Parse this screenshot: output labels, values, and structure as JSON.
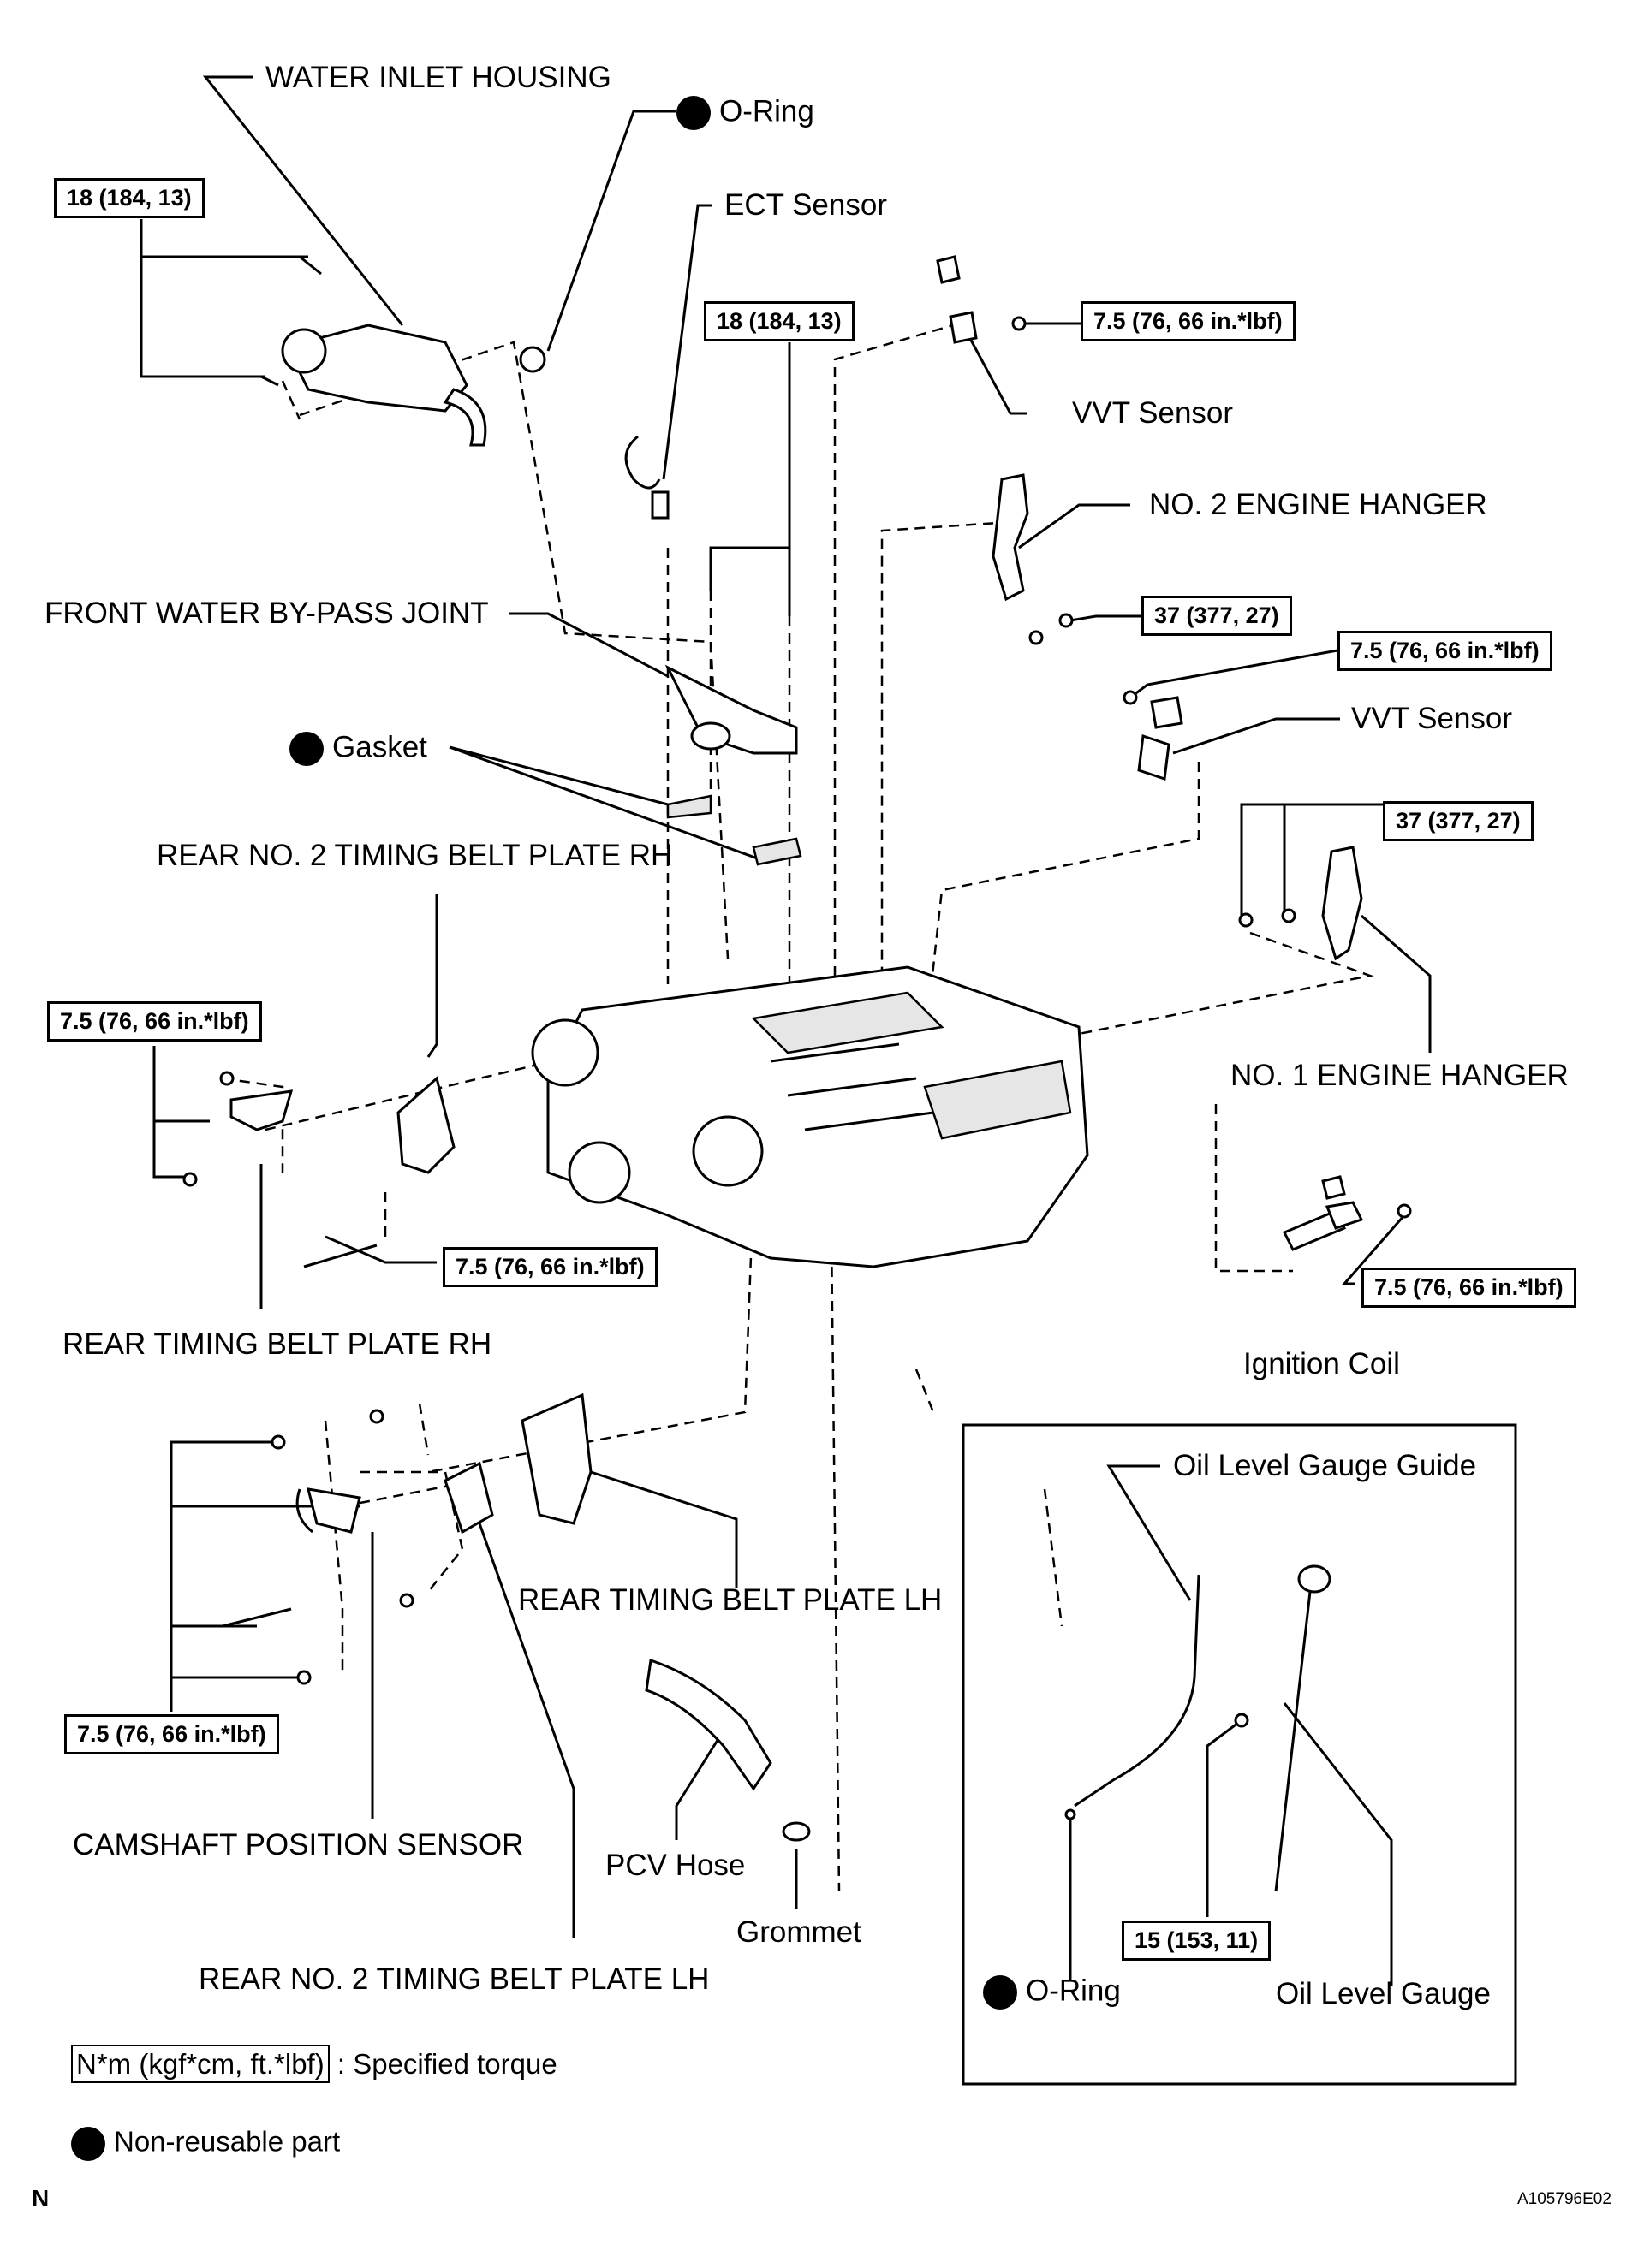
{
  "labels": {
    "water_inlet_housing": "WATER INLET HOUSING",
    "o_ring_top": "O-Ring",
    "ect_sensor": "ECT Sensor",
    "vvt_sensor_1": "VVT Sensor",
    "no2_engine_hanger": "NO. 2 ENGINE HANGER",
    "front_water_bypass_joint": "FRONT WATER BY-PASS JOINT",
    "vvt_sensor_2": "VVT Sensor",
    "gasket": "Gasket",
    "rear_no2_tbp_rh": "REAR NO. 2 TIMING BELT PLATE RH",
    "no1_engine_hanger": "NO. 1 ENGINE HANGER",
    "rear_tbp_rh": "REAR TIMING BELT PLATE RH",
    "ignition_coil": "Ignition Coil",
    "oil_level_gauge_guide": "Oil Level Gauge Guide",
    "rear_tbp_lh": "REAR TIMING BELT PLATE LH",
    "camshaft_position_sensor": "CAMSHAFT POSITION SENSOR",
    "pcv_hose": "PCV Hose",
    "grommet": "Grommet",
    "o_ring_bottom": "O-Ring",
    "oil_level_gauge": "Oil Level Gauge",
    "rear_no2_tbp_lh": "REAR NO. 2 TIMING BELT PLATE LH"
  },
  "torques": {
    "water_inlet": "18 (184, 13)",
    "bypass_joint": "18 (184, 13)",
    "vvt_top": "7.5 (76, 66 in.*lbf)",
    "no2_hanger": "37 (377, 27)",
    "vvt_mid": "7.5 (76, 66 in.*lbf)",
    "no1_hanger": "37 (377, 27)",
    "rh_plate": "7.5 (76, 66 in.*lbf)",
    "rh_plate_lower": "7.5 (76, 66 in.*lbf)",
    "ignition_coil": "7.5 (76, 66 in.*lbf)",
    "lh_plate": "7.5 (76, 66 in.*lbf)",
    "oil_gauge_guide": "15 (153, 11)"
  },
  "legend": {
    "torque_unit": "N*m (kgf*cm, ft.*lbf)",
    "torque_desc": ": Specified torque",
    "nonreusable": "Non-reusable part"
  },
  "footer": {
    "north": "N",
    "figure_id": "A105796E02"
  }
}
